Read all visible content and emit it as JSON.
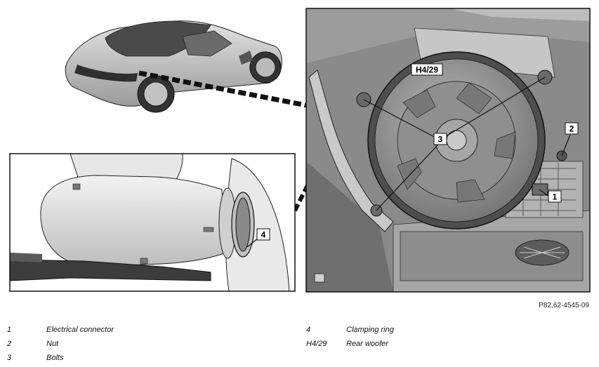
{
  "diagram": {
    "callouts": {
      "woofer": "H4/29",
      "bolts": "3",
      "nut": "2",
      "connector": "1",
      "ring": "4"
    }
  },
  "reference_code": "P82,62-4545-09",
  "legend": {
    "left": [
      {
        "key": "1",
        "desc": "Electrical connector"
      },
      {
        "key": "2",
        "desc": "Nut"
      },
      {
        "key": "3",
        "desc": "Bolts"
      }
    ],
    "right": [
      {
        "key": "4",
        "desc": "Clamping ring"
      },
      {
        "key": "H4/29",
        "desc": "Rear woofer"
      }
    ]
  },
  "colors": {
    "outline": "#111111",
    "panel_bg": "#8a8a8a",
    "light_gray": "#d4d4d4",
    "mid_gray": "#a8a8a8",
    "dark_gray": "#555555"
  }
}
